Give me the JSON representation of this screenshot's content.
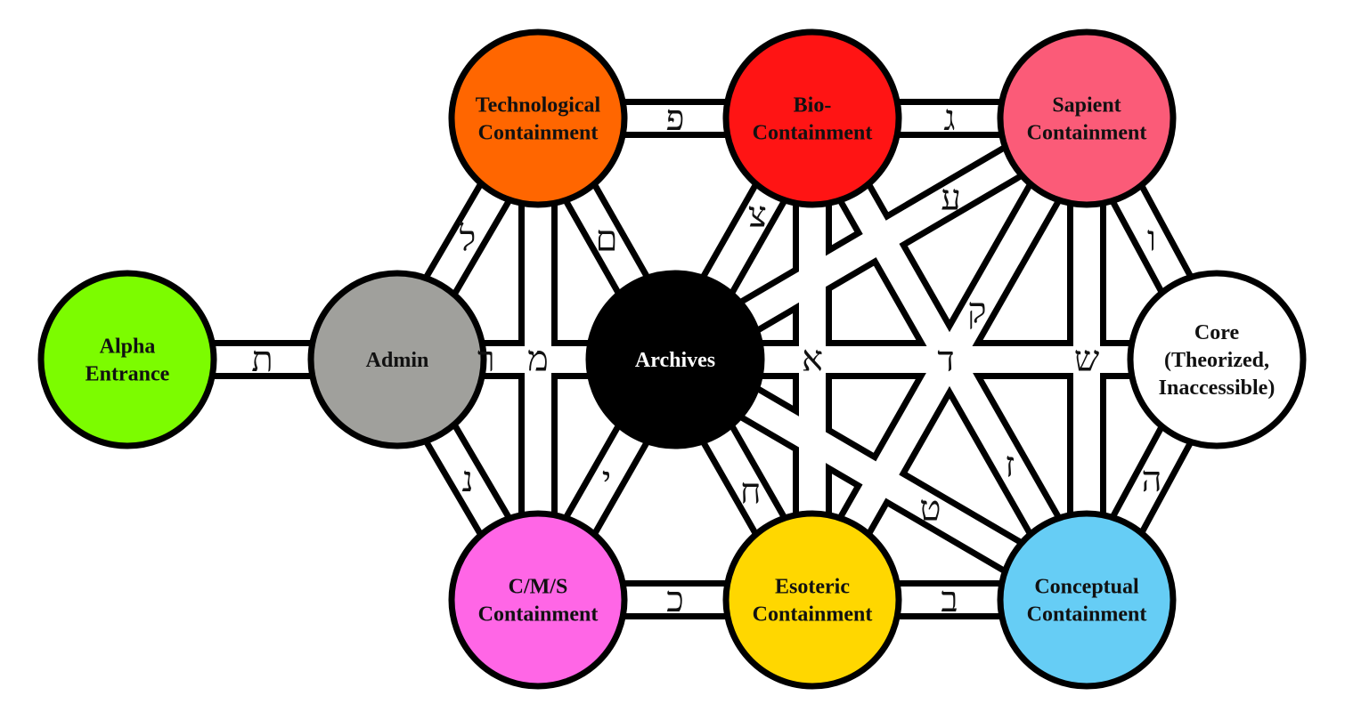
{
  "nodes": [
    {
      "id": "alpha",
      "lines": [
        "Alpha",
        "Entrance"
      ],
      "color": "#7cfc00",
      "text_color": "#111111"
    },
    {
      "id": "admin",
      "lines": [
        "Admin"
      ],
      "color": "#a0a09c",
      "text_color": "#111111"
    },
    {
      "id": "tech",
      "lines": [
        "Technological",
        "Containment"
      ],
      "color": "#ff6600",
      "text_color": "#111111"
    },
    {
      "id": "bio",
      "lines": [
        "Bio-",
        "Containment"
      ],
      "color": "#ff1414",
      "text_color": "#111111"
    },
    {
      "id": "sapient",
      "lines": [
        "Sapient",
        "Containment"
      ],
      "color": "#fb5b78",
      "text_color": "#111111"
    },
    {
      "id": "archives",
      "lines": [
        "Archives"
      ],
      "color": "#000000",
      "text_color": "#ffffff"
    },
    {
      "id": "core",
      "lines": [
        "Core",
        "(Theorized,",
        "Inaccessible)"
      ],
      "color": "#ffffff",
      "text_color": "#111111"
    },
    {
      "id": "cms",
      "lines": [
        "C/M/S",
        "Containment"
      ],
      "color": "#ff66e6",
      "text_color": "#111111"
    },
    {
      "id": "esoteric",
      "lines": [
        "Esoteric",
        "Containment"
      ],
      "color": "#ffd700",
      "text_color": "#111111"
    },
    {
      "id": "conceptual",
      "lines": [
        "Conceptual",
        "Containment"
      ],
      "color": "#66cdf5",
      "text_color": "#111111"
    }
  ],
  "paths": [
    {
      "from": "alpha",
      "to": "admin",
      "letter": "ת"
    },
    {
      "from": "admin",
      "to": "tech",
      "letter": "ל"
    },
    {
      "from": "admin",
      "to": "cms",
      "letter": "נ"
    },
    {
      "from": "admin",
      "to": "archives",
      "letter": "ר"
    },
    {
      "from": "tech",
      "to": "cms",
      "letter": "מ"
    },
    {
      "from": "tech",
      "to": "bio",
      "letter": "פ"
    },
    {
      "from": "tech",
      "to": "archives",
      "letter": "ם"
    },
    {
      "from": "cms",
      "to": "archives",
      "letter": "י"
    },
    {
      "from": "cms",
      "to": "esoteric",
      "letter": "כ"
    },
    {
      "from": "bio",
      "to": "sapient",
      "letter": "ג"
    },
    {
      "from": "bio",
      "to": "archives",
      "letter": "צ"
    },
    {
      "from": "bio",
      "to": "esoteric",
      "letter": "א"
    },
    {
      "from": "bio",
      "to": "conceptual",
      "letter": "ז"
    },
    {
      "from": "sapient",
      "to": "archives",
      "letter": "ע"
    },
    {
      "from": "sapient",
      "to": "esoteric",
      "letter": "ק"
    },
    {
      "from": "sapient",
      "to": "conceptual",
      "letter": "ש"
    },
    {
      "from": "sapient",
      "to": "core",
      "letter": "ו"
    },
    {
      "from": "archives",
      "to": "core",
      "letter": "ד"
    },
    {
      "from": "archives",
      "to": "esoteric",
      "letter": "ח"
    },
    {
      "from": "archives",
      "to": "conceptual",
      "letter": "ט"
    },
    {
      "from": "esoteric",
      "to": "conceptual",
      "letter": "ב"
    },
    {
      "from": "conceptual",
      "to": "core",
      "letter": "ה"
    }
  ]
}
